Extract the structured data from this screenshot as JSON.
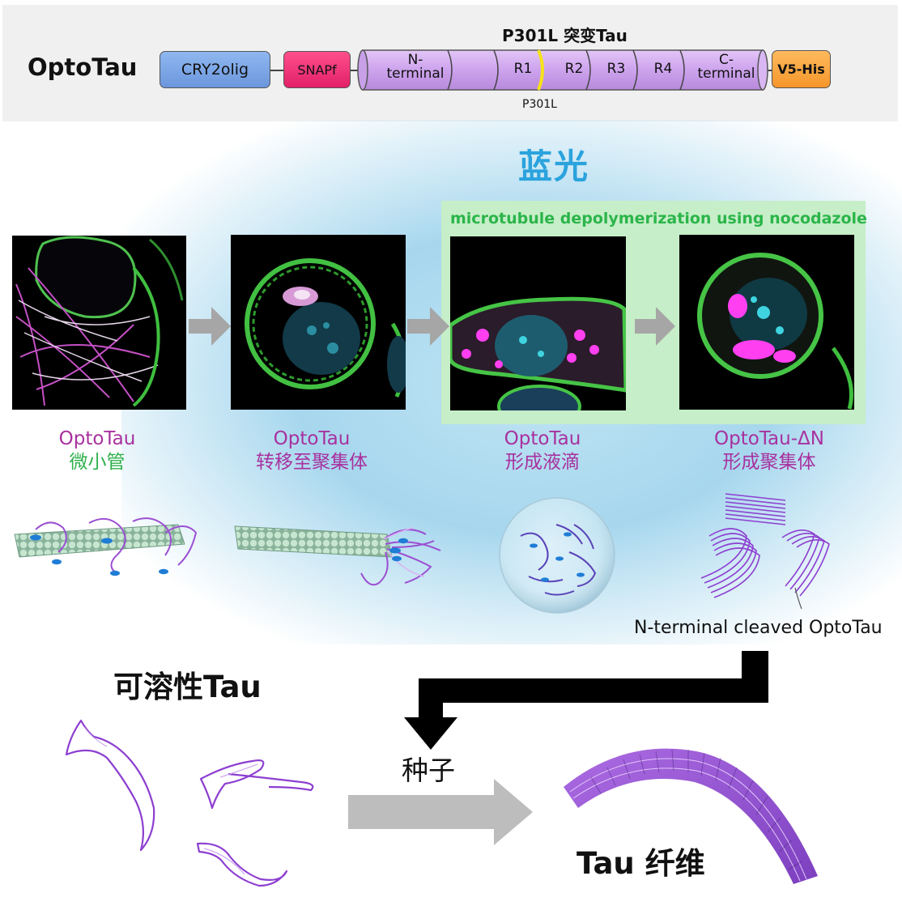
{
  "construct": {
    "name": "OptoTau",
    "domains": {
      "cry2": "CRY2olig",
      "snap": "SNAPf",
      "n_term_a": "N-",
      "n_term_b": "terminal",
      "r1": "R1",
      "r2": "R2",
      "r3": "R3",
      "r4": "R4",
      "c_term_a": "C-",
      "c_term_b": "terminal",
      "v5": "V5-His"
    },
    "mutant_title": "P301L 突变Tau",
    "mutation_site": "P301L",
    "colors": {
      "cry2": "#7aa6e6",
      "snap": "#f0357a",
      "tau": "#cfa6ee",
      "v5": "#f8a33e",
      "mutation": "#f7e21a"
    }
  },
  "light": {
    "label": "蓝光",
    "color": "#2aa3dd"
  },
  "treatment": {
    "label": "microtubule depolymerization using nocodazole",
    "color": "#2bb54a"
  },
  "stages": [
    {
      "line1": "OptoTau",
      "line2": "微小管"
    },
    {
      "line1": "OptoTau",
      "line2": "转移至聚集体"
    },
    {
      "line1": "OptoTau",
      "line2": "形成液滴"
    },
    {
      "line1": "OptoTau-ΔN",
      "line2": "形成聚集体"
    }
  ],
  "cleaved_label": "N-terminal cleaved OptoTau",
  "soluble_label": "可溶性Tau",
  "seed_label": "种子",
  "fibril_label": "Tau 纤维",
  "icons": {
    "process_arrow": "arrow-right-icon",
    "seed_arrow": "elbow-arrow-down-icon"
  }
}
